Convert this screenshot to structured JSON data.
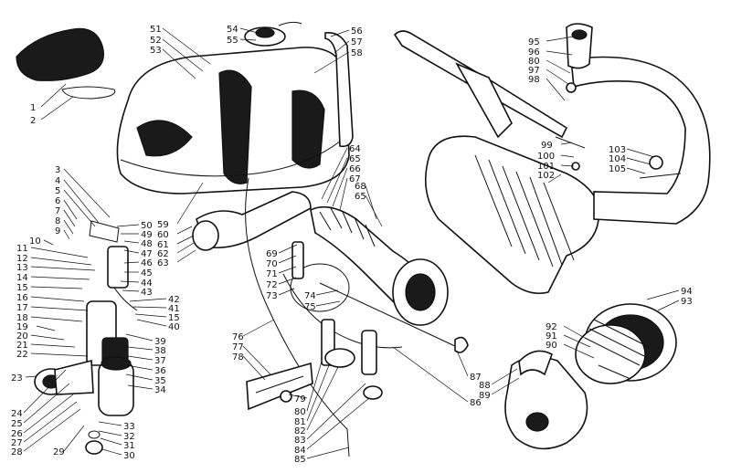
{
  "diagram": {
    "labels": [
      {
        "id": "1",
        "text": "1"
      },
      {
        "id": "2",
        "text": "2"
      },
      {
        "id": "3",
        "text": "3"
      },
      {
        "id": "4",
        "text": "4"
      },
      {
        "id": "5",
        "text": "5"
      },
      {
        "id": "6",
        "text": "6"
      },
      {
        "id": "7",
        "text": "7"
      },
      {
        "id": "8",
        "text": "8"
      },
      {
        "id": "9",
        "text": "9"
      },
      {
        "id": "10",
        "text": "10"
      },
      {
        "id": "11",
        "text": "11"
      },
      {
        "id": "12",
        "text": "12"
      },
      {
        "id": "13",
        "text": "13"
      },
      {
        "id": "14",
        "text": "14"
      },
      {
        "id": "15",
        "text": "15"
      },
      {
        "id": "16",
        "text": "16"
      },
      {
        "id": "17",
        "text": "17"
      },
      {
        "id": "18",
        "text": "18"
      },
      {
        "id": "19",
        "text": "19"
      },
      {
        "id": "20",
        "text": "20"
      },
      {
        "id": "21",
        "text": "21"
      },
      {
        "id": "22",
        "text": "22"
      },
      {
        "id": "23",
        "text": "23"
      },
      {
        "id": "24",
        "text": "24"
      },
      {
        "id": "25",
        "text": "25"
      },
      {
        "id": "26",
        "text": "26"
      },
      {
        "id": "27",
        "text": "27"
      },
      {
        "id": "28",
        "text": "28"
      },
      {
        "id": "29",
        "text": "29"
      },
      {
        "id": "30",
        "text": "30"
      },
      {
        "id": "31",
        "text": "31"
      },
      {
        "id": "32",
        "text": "32"
      },
      {
        "id": "33",
        "text": "33"
      },
      {
        "id": "34",
        "text": "34"
      },
      {
        "id": "35",
        "text": "35"
      },
      {
        "id": "36",
        "text": "36"
      },
      {
        "id": "37",
        "text": "37"
      },
      {
        "id": "38",
        "text": "38"
      },
      {
        "id": "39",
        "text": "39"
      },
      {
        "id": "40",
        "text": "40"
      },
      {
        "id": "41",
        "text": "41"
      },
      {
        "id": "42",
        "text": "42"
      },
      {
        "id": "43",
        "text": "43"
      },
      {
        "id": "44",
        "text": "44"
      },
      {
        "id": "45",
        "text": "45"
      },
      {
        "id": "46",
        "text": "46"
      },
      {
        "id": "47",
        "text": "47"
      },
      {
        "id": "48",
        "text": "48"
      },
      {
        "id": "49",
        "text": "49"
      },
      {
        "id": "50",
        "text": "50"
      },
      {
        "id": "51",
        "text": "51"
      },
      {
        "id": "52",
        "text": "52"
      },
      {
        "id": "53",
        "text": "53"
      },
      {
        "id": "54",
        "text": "54"
      },
      {
        "id": "55",
        "text": "55"
      },
      {
        "id": "56",
        "text": "56"
      },
      {
        "id": "57",
        "text": "57"
      },
      {
        "id": "58",
        "text": "58"
      },
      {
        "id": "59",
        "text": "59"
      },
      {
        "id": "60",
        "text": "60"
      },
      {
        "id": "61",
        "text": "61"
      },
      {
        "id": "62",
        "text": "62"
      },
      {
        "id": "63",
        "text": "63"
      },
      {
        "id": "64",
        "text": "64"
      },
      {
        "id": "65a",
        "text": "65"
      },
      {
        "id": "66",
        "text": "66"
      },
      {
        "id": "67",
        "text": "67"
      },
      {
        "id": "68",
        "text": "68"
      },
      {
        "id": "65b",
        "text": "65"
      },
      {
        "id": "69",
        "text": "69"
      },
      {
        "id": "70",
        "text": "70"
      },
      {
        "id": "71",
        "text": "71"
      },
      {
        "id": "72",
        "text": "72"
      },
      {
        "id": "73",
        "text": "73"
      },
      {
        "id": "74",
        "text": "74"
      },
      {
        "id": "75",
        "text": "75"
      },
      {
        "id": "76",
        "text": "76"
      },
      {
        "id": "77",
        "text": "77"
      },
      {
        "id": "78",
        "text": "78"
      },
      {
        "id": "79",
        "text": "79"
      },
      {
        "id": "80a",
        "text": "80"
      },
      {
        "id": "81",
        "text": "81"
      },
      {
        "id": "82",
        "text": "82"
      },
      {
        "id": "83",
        "text": "83"
      },
      {
        "id": "84",
        "text": "84"
      },
      {
        "id": "85",
        "text": "85"
      },
      {
        "id": "86",
        "text": "86"
      },
      {
        "id": "87",
        "text": "87"
      },
      {
        "id": "88",
        "text": "88"
      },
      {
        "id": "89",
        "text": "89"
      },
      {
        "id": "90",
        "text": "90"
      },
      {
        "id": "91",
        "text": "91"
      },
      {
        "id": "92",
        "text": "92"
      },
      {
        "id": "93",
        "text": "93"
      },
      {
        "id": "94",
        "text": "94"
      },
      {
        "id": "95",
        "text": "95"
      },
      {
        "id": "96",
        "text": "96"
      },
      {
        "id": "80b",
        "text": "80"
      },
      {
        "id": "97",
        "text": "97"
      },
      {
        "id": "98",
        "text": "98"
      },
      {
        "id": "99",
        "text": "99"
      },
      {
        "id": "100",
        "text": "100"
      },
      {
        "id": "101",
        "text": "101"
      },
      {
        "id": "102",
        "text": "102"
      },
      {
        "id": "103",
        "text": "103"
      },
      {
        "id": "104",
        "text": "104"
      },
      {
        "id": "105",
        "text": "105"
      }
    ]
  }
}
